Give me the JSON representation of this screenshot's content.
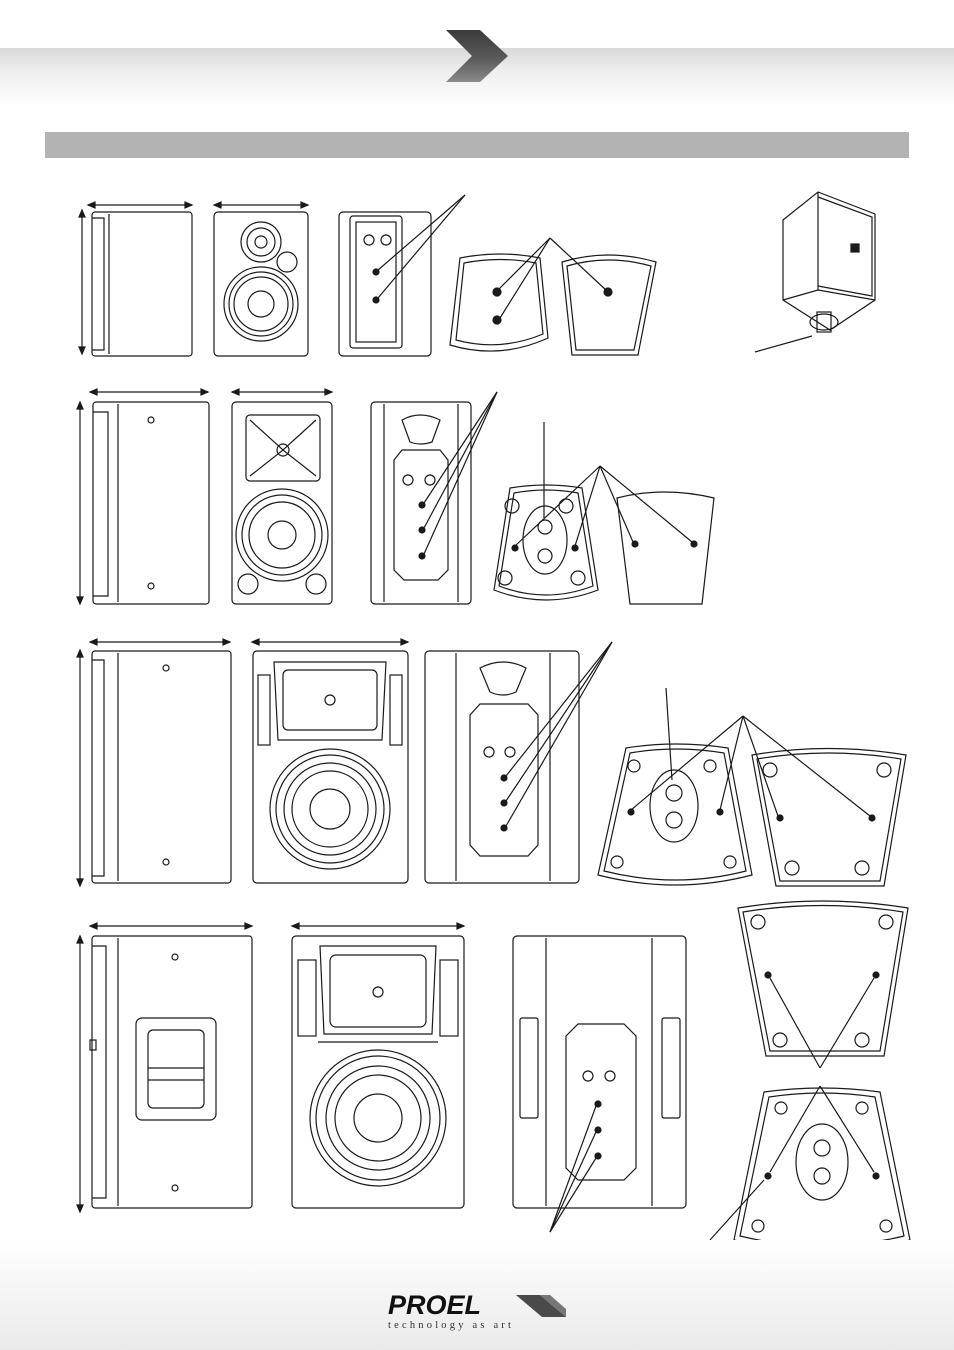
{
  "page": {
    "section_title": ""
  },
  "brand": {
    "name": "PROEL",
    "tagline": "technology as art"
  },
  "colors": {
    "line": "#1a1a1a",
    "header_band": "#e0e0e0",
    "section_bar": "#b3b3b3",
    "chevron": "#4a4a4a"
  },
  "figure": {
    "content": "technical line drawings of four loudspeaker models: side, front and rear views, plus top and bottom panels with rigging points"
  }
}
